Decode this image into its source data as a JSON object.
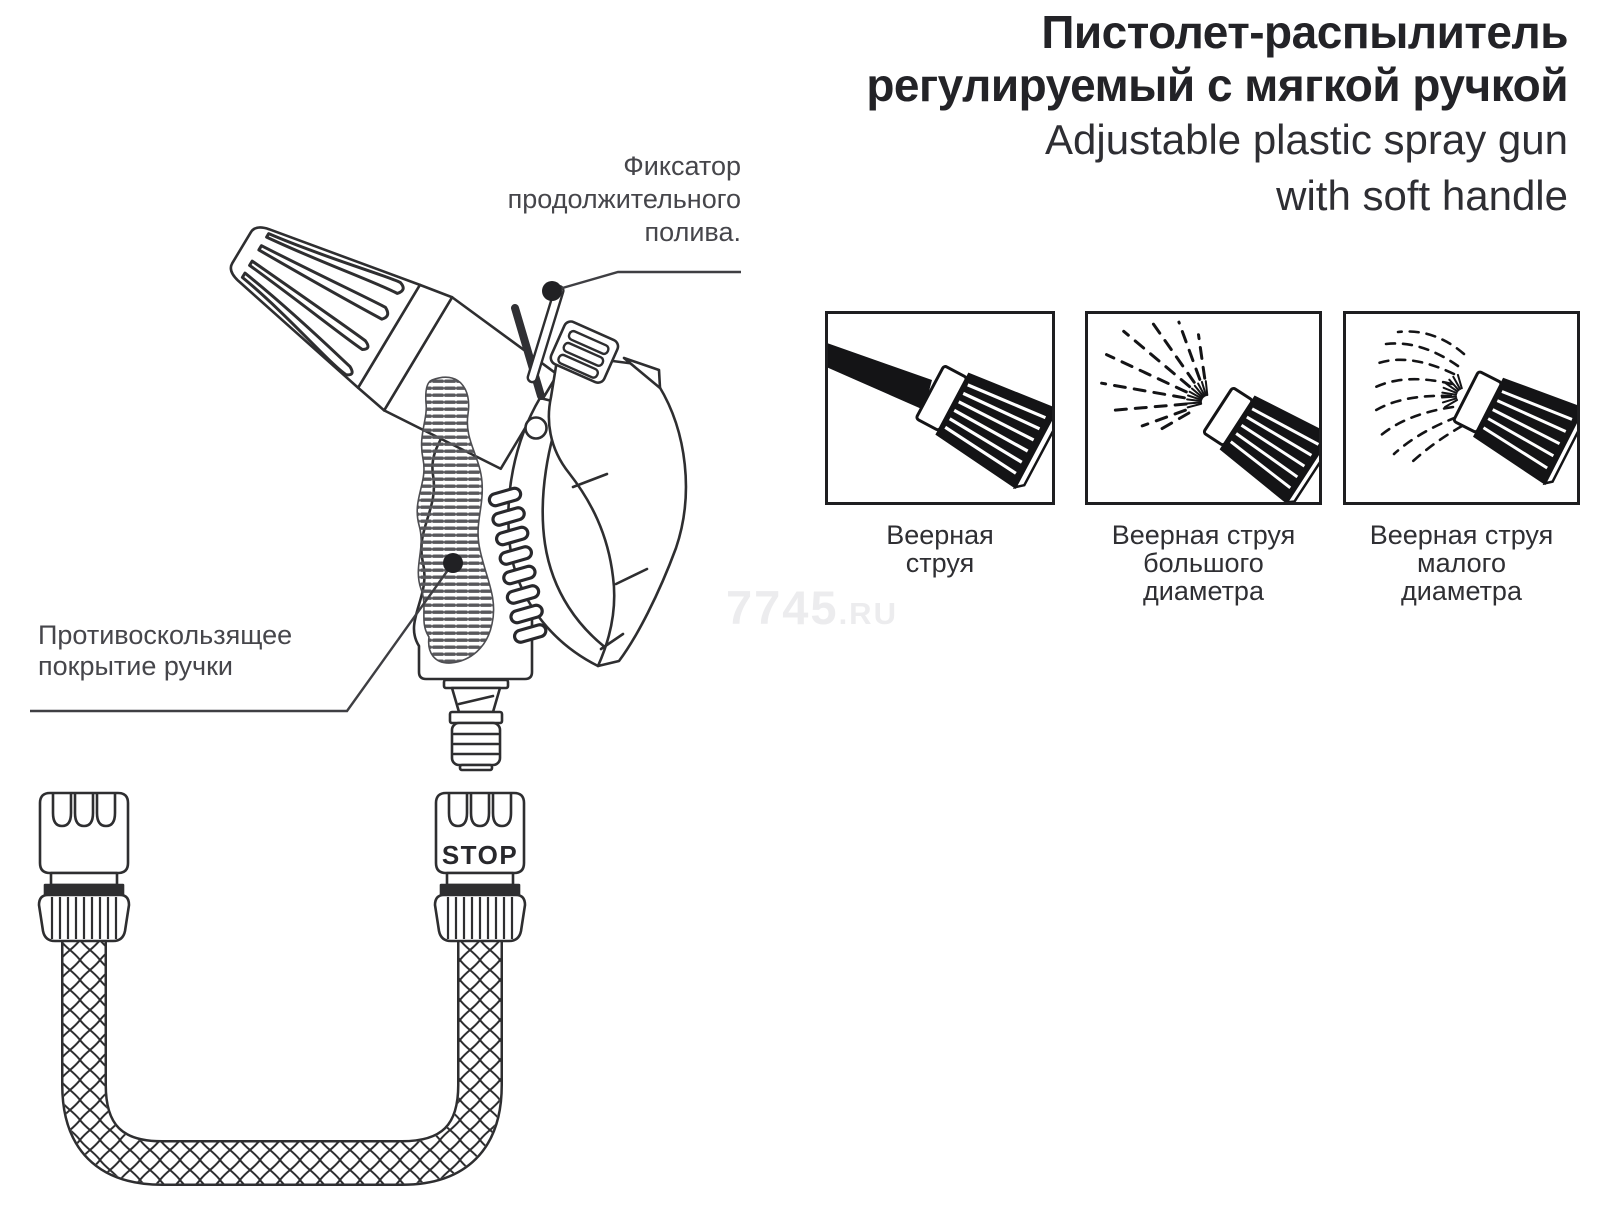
{
  "header": {
    "title_ru": [
      "Пистолет-распылитель",
      "регулируемый с мягкой ручкой"
    ],
    "title_en": [
      "Adjustable plastic spray gun",
      "with soft handle"
    ]
  },
  "callouts": {
    "lock": [
      "Фиксатор",
      "продолжительного",
      "полива."
    ],
    "grip": [
      "Противоскользящее",
      "покрытие ручки"
    ]
  },
  "spray_modes": [
    {
      "caption": [
        "Веерная",
        "струя",
        ""
      ]
    },
    {
      "caption": [
        "Веерная струя",
        "большого",
        "диаметра"
      ]
    },
    {
      "caption": [
        "Веерная струя",
        "малого",
        "диаметра"
      ]
    }
  ],
  "diagram": {
    "stop_label": "STOP"
  },
  "watermark": {
    "number": "7745",
    "domain": ".RU"
  },
  "colors": {
    "line_art": "#2e2e30",
    "title": "#232327",
    "label": "#46464b",
    "watermark": "#ececee"
  }
}
